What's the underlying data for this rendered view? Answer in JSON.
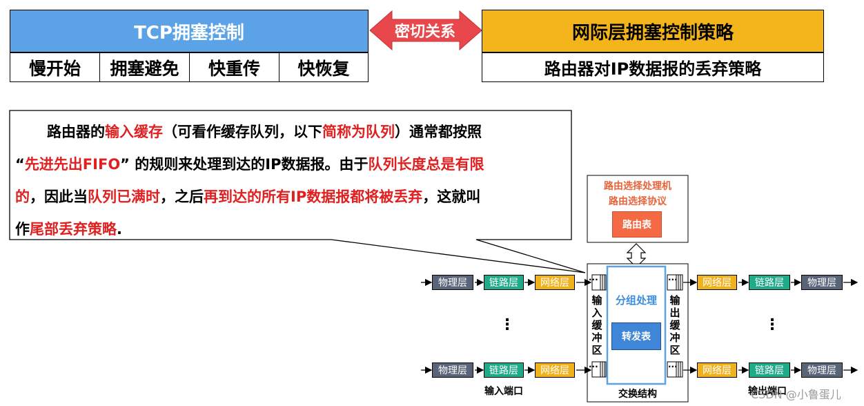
{
  "tcp": {
    "title": "TCP拥塞控制",
    "cells": [
      "慢开始",
      "拥塞避免",
      "快重传",
      "快恢复"
    ]
  },
  "relation_label": "密切关系",
  "ip": {
    "title": "网际层拥塞控制策略",
    "subtitle": "路由器对IP数据报的丢弃策略"
  },
  "callout": {
    "l1_a": "路由器的",
    "l1_b": "输入缓存",
    "l1_c": "（可看作缓存队列，以下",
    "l1_d": "简称为队列",
    "l1_e": "）通常都按照",
    "l2_a": "“",
    "l2_b": "先进先出FIFO",
    "l2_c": "” 的规则来处理到达的IP数据报。由于",
    "l2_d": "队列长度总是有限",
    "l3_a": "的",
    "l3_b": "，因此当",
    "l3_c": "队列已满时",
    "l3_d": "，之后",
    "l3_e": "再到达的所有IP数据报都将被丢弃",
    "l3_f": "，这就叫",
    "l4_a": "作",
    "l4_b": "尾部丢弃策略",
    "l4_c": "."
  },
  "router": {
    "routing_processor": "路由选择处理机",
    "routing_protocol": "路由选择协议",
    "routing_table": "路由表",
    "packet_processing": "分组处理",
    "forwarding_table": "转发表",
    "input_buffer": "输入缓冲区",
    "output_buffer": "输出缓冲区",
    "switch_fabric": "交换结构",
    "input_port": "输入端口",
    "output_port": "输出端口",
    "layers": {
      "physical": "物理层",
      "link": "链路层",
      "network": "网络层"
    },
    "dots": "···",
    "vdots": "⋮"
  },
  "watermark": "CSDN @小鲁蛋儿",
  "colors": {
    "tcp_blue": "#5ba3e6",
    "ip_orange": "#f4b41b",
    "arrow_red": "#e8474c",
    "highlight_red": "#e02020"
  }
}
